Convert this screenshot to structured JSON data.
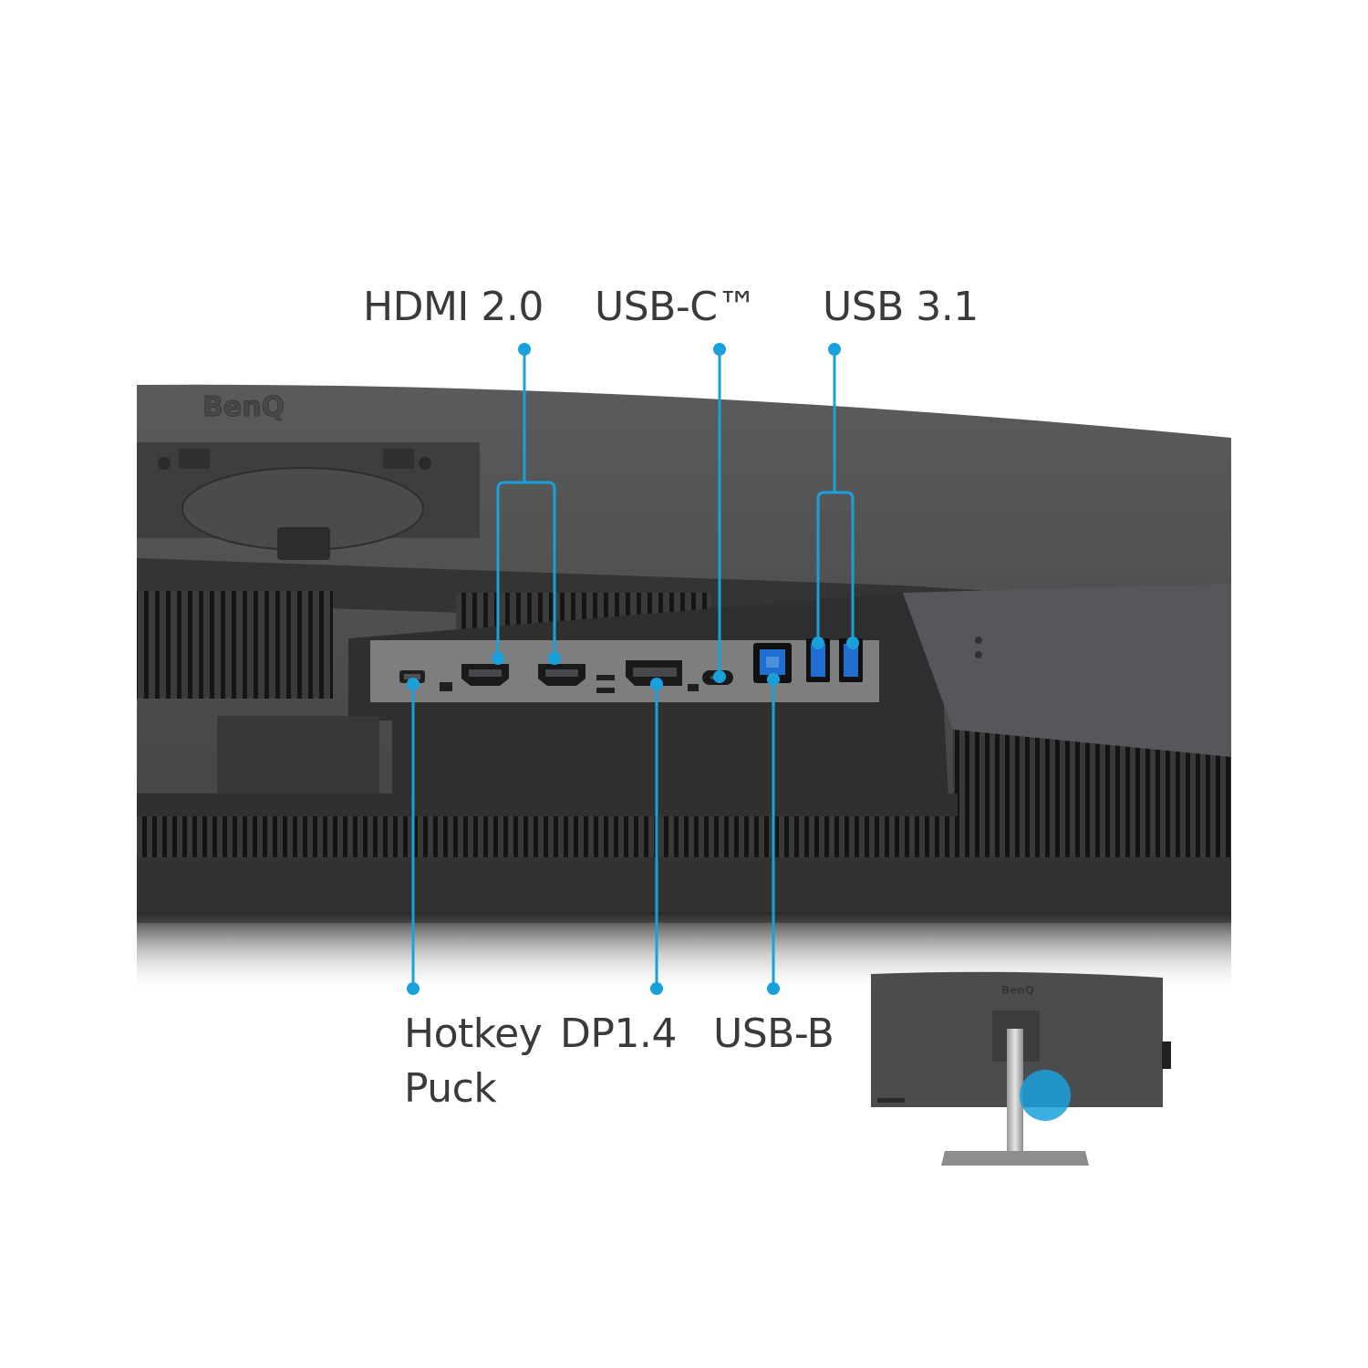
{
  "brand_logo": "BenQ",
  "callouts_top": [
    {
      "label": "HDMI 2.0"
    },
    {
      "label": "USB-C™"
    },
    {
      "label": "USB 3.1"
    }
  ],
  "callouts_bottom": [
    {
      "label_line1": "Hotkey",
      "label_line2": "Puck"
    },
    {
      "label_line1": "DP1.4"
    },
    {
      "label_line1": "USB-B"
    }
  ],
  "colors": {
    "callout_line": "#1aa0db",
    "monitor_body": "#4e4f51",
    "monitor_dark": "#2c2d2f",
    "label_text": "#3a3a3a",
    "usb3_port_blue": "#1e6fd0"
  },
  "icons": [
    "hdmi-port-icon",
    "usb-c-port-icon",
    "usb-a-port-icon",
    "displayport-icon",
    "usb-b-port-icon",
    "mini-usb-port-icon"
  ]
}
